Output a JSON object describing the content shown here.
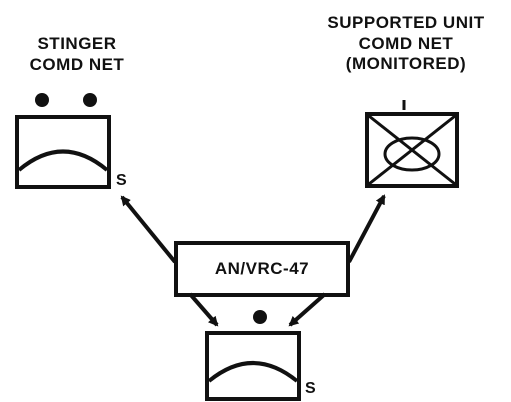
{
  "labels": {
    "stinger_line1": "STINGER",
    "stinger_line2": "COMD NET",
    "supported_line1": "SUPPORTED UNIT",
    "supported_line2": "COMD NET",
    "supported_line3": "(MONITORED)",
    "radio": "AN/VRC-47",
    "s_left": "S",
    "s_bottom": "S"
  },
  "colors": {
    "ink": "#111111",
    "background": "#ffffff"
  }
}
